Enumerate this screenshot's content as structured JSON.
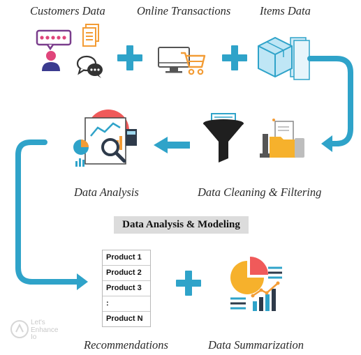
{
  "labels": {
    "customers_data": "Customers Data",
    "online_transactions": "Online Transactions",
    "items_data": "Items Data",
    "data_analysis": "Data Analysis",
    "data_cleaning": "Data Cleaning & Filtering",
    "central_title": "Data Analysis & Modeling",
    "recommendations": "Recommendations",
    "data_summarization": "Data Summarization"
  },
  "product_list": [
    "Product 1",
    "Product 2",
    "Product 3",
    ":",
    "Product N"
  ],
  "watermark": {
    "line1": "Let's",
    "line2": "Enhance",
    "line3": "Io"
  },
  "colors": {
    "accent": "#2fa3c9",
    "orange": "#f39c35",
    "dark": "#2e3a4a"
  }
}
